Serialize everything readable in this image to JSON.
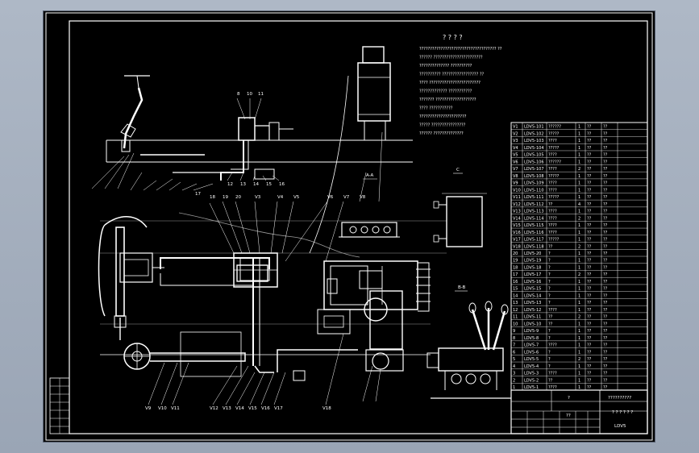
{
  "drawing": {
    "tech_title": "? ? ? ?",
    "notes": [
      "???????????????????????????????????? ??",
      "?????? ???????????????????????",
      "?????????????? ??????????",
      "?????????? ????????????????? ??",
      "???? ????????????????????????",
      "????????????? ???????????",
      "??????? ???????????????????",
      "???? ???????????",
      "??????????????????????",
      "????? ????????????????",
      "?????? ??????????????"
    ],
    "leaders_top": [
      "8",
      "10",
      "11",
      "12",
      "13",
      "14",
      "15",
      "16",
      "17",
      "18",
      "19",
      "20"
    ],
    "leaders_mid": [
      "V3",
      "V4",
      "V5",
      "V6",
      "V7",
      "V8"
    ],
    "leaders_bottom": [
      "V9",
      "V10",
      "V11",
      "V12",
      "V13",
      "V14",
      "V15",
      "V16",
      "V17",
      "V18"
    ],
    "view_label_a": "A-A",
    "view_label_b": "B-B",
    "view_label_c": "C"
  },
  "title_block": {
    "drawing_title": "??????????",
    "subtitle": "? ? ? ? ? ?",
    "code": "LDV5",
    "scale_label": "??",
    "sheet_label": "?"
  },
  "parts_list": {
    "rows": [
      [
        "V1",
        "LDV5-101",
        "??????",
        "1",
        "??",
        "??"
      ],
      [
        "V2",
        "LDV5-102",
        "?????",
        "1",
        "??",
        "??"
      ],
      [
        "V3",
        "LDV5-103",
        "????",
        "1",
        "??",
        "??"
      ],
      [
        "V4",
        "LDV5-104",
        "?????",
        "1",
        "??",
        "??"
      ],
      [
        "V5",
        "LDV5-105",
        "????",
        "1",
        "??",
        "??"
      ],
      [
        "V6",
        "LDV5-106",
        "??????",
        "1",
        "??",
        "??"
      ],
      [
        "V7",
        "LDV5-107",
        "????",
        "2",
        "??",
        "??"
      ],
      [
        "V8",
        "LDV5-108",
        "?????",
        "1",
        "??",
        "??"
      ],
      [
        "V9",
        "LDV5-109",
        "????",
        "1",
        "??",
        "??"
      ],
      [
        "V10",
        "LDV5-110",
        "????",
        "1",
        "??",
        "??"
      ],
      [
        "V11",
        "LDV5-111",
        "?????",
        "1",
        "??",
        "??"
      ],
      [
        "V12",
        "LDV5-112",
        "??",
        "4",
        "??",
        "??"
      ],
      [
        "V13",
        "LDV5-113",
        "????",
        "1",
        "??",
        "??"
      ],
      [
        "V14",
        "LDV5-114",
        "????",
        "2",
        "??",
        "??"
      ],
      [
        "V15",
        "LDV5-115",
        "????",
        "1",
        "??",
        "??"
      ],
      [
        "V16",
        "LDV5-116",
        "????",
        "1",
        "??",
        "??"
      ],
      [
        "V17",
        "LDV5-117",
        "?????",
        "1",
        "??",
        "??"
      ],
      [
        "V18",
        "LDV5-118",
        "??",
        "2",
        "??",
        "??"
      ],
      [
        "20",
        "LDV5-20",
        "?",
        "1",
        "??",
        "??"
      ],
      [
        "19",
        "LDV5-19",
        "?",
        "1",
        "??",
        "??"
      ],
      [
        "18",
        "LDV5-18",
        "?",
        "1",
        "??",
        "??"
      ],
      [
        "17",
        "LDV5-17",
        "?",
        "2",
        "??",
        "??"
      ],
      [
        "16",
        "LDV5-16",
        "?",
        "1",
        "??",
        "??"
      ],
      [
        "15",
        "LDV5-15",
        "?",
        "1",
        "??",
        "??"
      ],
      [
        "14",
        "LDV5-14",
        "?",
        "1",
        "??",
        "??"
      ],
      [
        "13",
        "LDV5-13",
        "?",
        "1",
        "??",
        "??"
      ],
      [
        "12",
        "LDV5-12",
        "????",
        "1",
        "??",
        "??"
      ],
      [
        "11",
        "LDV5-11",
        "??",
        "2",
        "??",
        "??"
      ],
      [
        "10",
        "LDV5-10",
        "??",
        "1",
        "??",
        "??"
      ],
      [
        "9",
        "LDV5-9",
        "?",
        "1",
        "??",
        "??"
      ],
      [
        "8",
        "LDV5-8",
        "?",
        "1",
        "??",
        "??"
      ],
      [
        "7",
        "LDV5-7",
        "????",
        "1",
        "??",
        "??"
      ],
      [
        "6",
        "LDV5-6",
        "?",
        "1",
        "??",
        "??"
      ],
      [
        "5",
        "LDV5-5",
        "?",
        "2",
        "??",
        "??"
      ],
      [
        "4",
        "LDV5-4",
        "?",
        "1",
        "??",
        "??"
      ],
      [
        "3",
        "LDV5-3",
        "????",
        "1",
        "??",
        "??"
      ],
      [
        "2",
        "LDV5-2",
        "??",
        "1",
        "??",
        "??"
      ],
      [
        "1",
        "LDV5-1",
        "????",
        "1",
        "??",
        "??"
      ]
    ]
  }
}
